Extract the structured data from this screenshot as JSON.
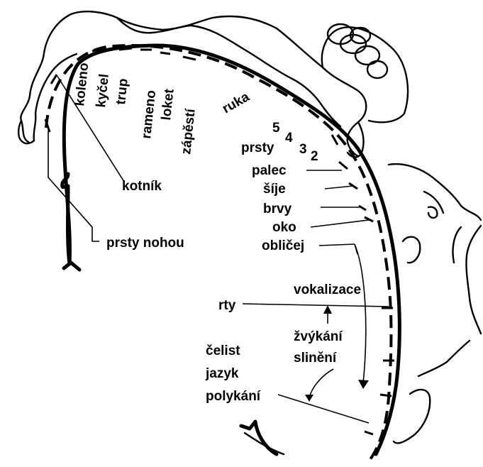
{
  "labels": {
    "koleno": "koleno",
    "kycel": "kyčel",
    "trup": "trup",
    "rameno": "rameno",
    "loket": "loket",
    "zapesti": "zápěstí",
    "ruka": "ruka",
    "f5": "5",
    "f4": "4",
    "f3": "3",
    "f2": "2",
    "prsty": "prsty",
    "palec": "palec",
    "sije": "šíje",
    "brvy": "brvy",
    "oko": "oko",
    "oblicej": "obličej",
    "kotnik": "kotník",
    "prsty_nohou": "prsty nohou",
    "vokalizace": "vokalizace",
    "rty": "rty",
    "zvykani": "žvýkání",
    "sliveni": "slinění",
    "celist": "čelist",
    "jazyk": "jazyk",
    "polykani": "polykání"
  }
}
